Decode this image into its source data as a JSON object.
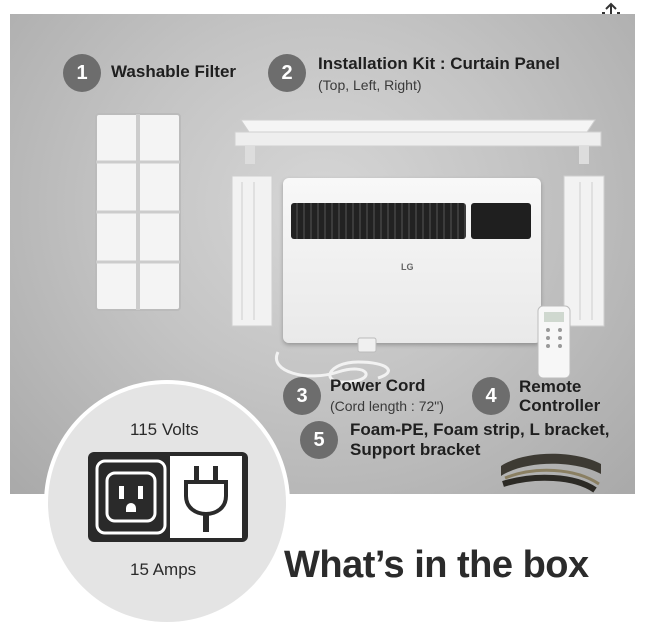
{
  "items": [
    {
      "number": "1",
      "title": "Washable Filter"
    },
    {
      "number": "2",
      "title": "Installation Kit : Curtain Panel",
      "subtitle": "(Top, Left, Right)"
    },
    {
      "number": "3",
      "title": "Power Cord",
      "subtitle": "(Cord length : 72\")"
    },
    {
      "number": "4",
      "title_line1": "Remote",
      "title_line2": "Controller"
    },
    {
      "number": "5",
      "title_line1": "Foam-PE, Foam strip, L bracket,",
      "title_line2": "Support bracket"
    }
  ],
  "power": {
    "volts": "115 Volts",
    "amps": "15 Amps"
  },
  "heading": "What’s in the box",
  "brand": {
    "ac_logo": "LG"
  },
  "icons": [
    "share-icon",
    "outlet-icon",
    "plug-icon"
  ],
  "colors": {
    "badge": "#6d6d6d",
    "text": "#1f1f1f",
    "panel": "#c4c4c4"
  }
}
